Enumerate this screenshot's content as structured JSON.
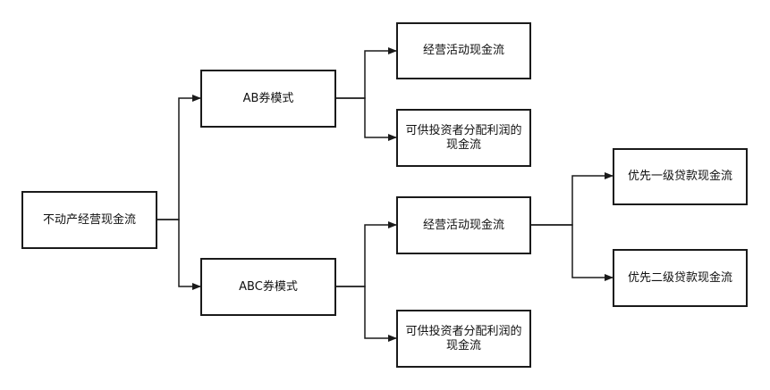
{
  "diagram": {
    "nodes": {
      "root": "不动产经营现金流",
      "ab": "AB券模式",
      "abc": "ABC券模式",
      "ab_op": "经营活动现金流",
      "ab_profit": "可供投资者分配利润的现金流",
      "abc_op": "经营活动现金流",
      "abc_profit": "可供投资者分配利润的现金流",
      "priority": "优先一级贷款现金流",
      "secondary": "优先二级贷款现金流"
    },
    "colors": {
      "line": "#1a1a1a",
      "border": "#1a1a1a",
      "background": "#ffffff"
    }
  }
}
